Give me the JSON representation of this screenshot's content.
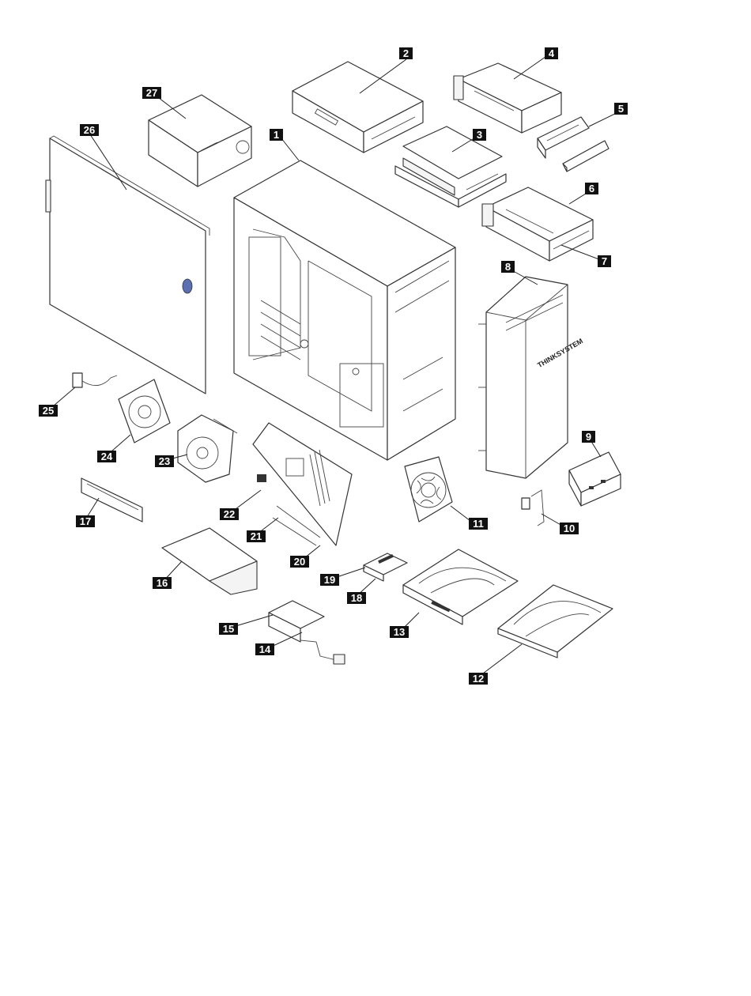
{
  "colors": {
    "ink": "#111111",
    "callout_text": "#ffffff",
    "latch_accent": "#5b6fb3"
  },
  "callouts": [
    "1",
    "2",
    "3",
    "4",
    "5",
    "6",
    "7",
    "8",
    "9",
    "10",
    "11",
    "12",
    "13",
    "14",
    "15",
    "16",
    "17",
    "18",
    "19",
    "20",
    "21",
    "22",
    "23",
    "24",
    "25",
    "26",
    "27"
  ],
  "front_bezel_logo": "THINKSYSTEM"
}
